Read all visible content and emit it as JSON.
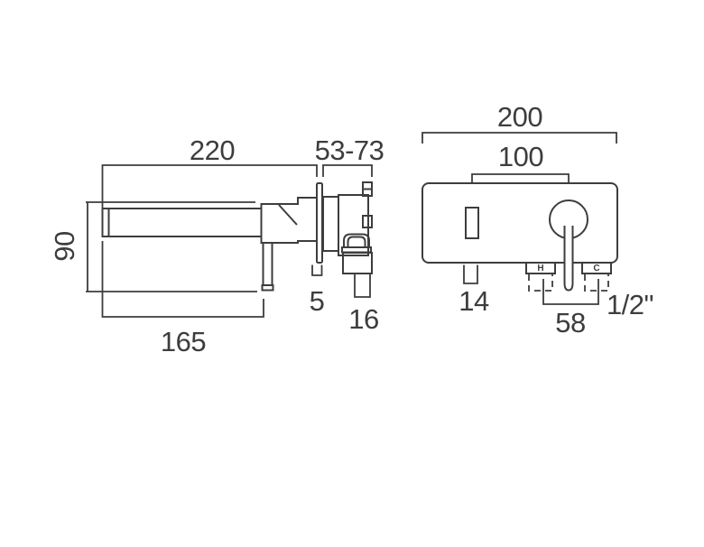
{
  "drawing": {
    "description": "wall-mounted single-lever basin mixer dimension drawing",
    "background_color": "#ffffff",
    "line_color": "#3d3d3d"
  },
  "side_view": {
    "dimensions": {
      "spout_projection": "220",
      "wall_thickness_range": "53-73",
      "body_height": "90",
      "spout_to_handle": "165",
      "plate_thickness": "5",
      "outlet_connection": "16"
    }
  },
  "front_view": {
    "dimensions": {
      "plate_width": "200",
      "outlet_to_handle_centres": "100",
      "spout_width": "14",
      "inlet_centres": "58",
      "inlet_thread": "1/2\""
    },
    "port_labels": {
      "hot": "H",
      "cold": "C"
    }
  }
}
